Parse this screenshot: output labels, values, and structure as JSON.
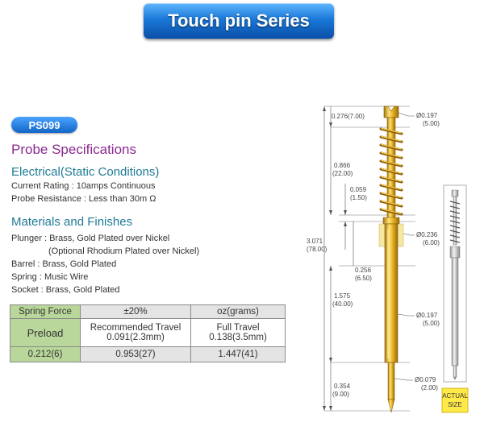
{
  "header": {
    "title": "Touch pin Series"
  },
  "model": "PS099",
  "spec_title": "Probe Specifications",
  "electrical": {
    "heading": "Electrical(Static Conditions)",
    "lines": [
      "Current Rating : 10amps Continuous",
      "Probe Resistance : Less than 30m Ω"
    ]
  },
  "materials": {
    "heading": "Materials and Finishes",
    "lines": [
      "Plunger : Brass, Gold Plated over Nickel",
      "(Optional Rhodium Plated over Nickel)",
      "Barrel : Brass, Gold Plated",
      "Spring : Music Wire",
      "Socket : Brass, Gold Plated"
    ]
  },
  "table": {
    "spring_force": "Spring Force",
    "tolerance": "±20%",
    "unit": "oz(grams)",
    "preload": "Preload",
    "recommended_travel_label": "Recommended Travel",
    "recommended_travel_value": "0.091(2.3mm)",
    "full_travel_label": "Full Travel",
    "full_travel_value": "0.138(3.5mm)",
    "values": [
      "0.212(6)",
      "0.953(27)",
      "1.447(41)"
    ]
  },
  "drawing": {
    "dims_left": [
      {
        "a": "0.276(7.00)"
      },
      {
        "a": "0.866",
        "b": "(22.00)"
      },
      {
        "a": "0.059",
        "b": "(1.50)"
      },
      {
        "a": "3.071",
        "b": "(78.00)"
      },
      {
        "a": "0.256",
        "b": "(6.50)"
      },
      {
        "a": "1.575",
        "b": "(40.00)"
      },
      {
        "a": "0.354",
        "b": "(9.00)"
      }
    ],
    "dims_right": [
      {
        "a": "Ø0.197",
        "b": "(5.00)"
      },
      {
        "a": "Ø0.236",
        "b": "(6.00)"
      },
      {
        "a": "Ø0.197",
        "b": "(5.00)"
      },
      {
        "a": "Ø0.079",
        "b": "(2.00)"
      }
    ],
    "actual_size": [
      "ACTUAL",
      "SIZE"
    ]
  }
}
